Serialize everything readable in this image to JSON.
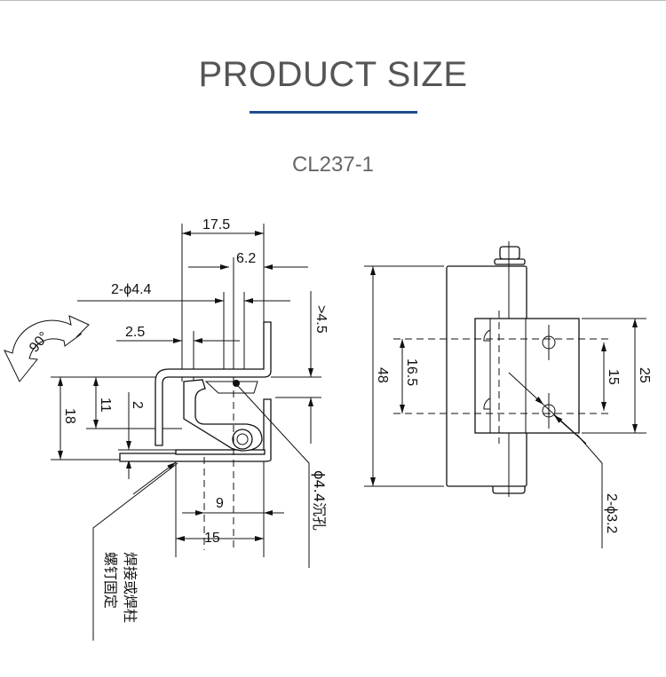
{
  "header": {
    "title": "PRODUCT SIZE",
    "model": "CL237-1"
  },
  "side_view": {
    "dims": {
      "w17_5": "17.5",
      "w6_2": "6.2",
      "holes": "2-ϕ4.4",
      "w2_5": "2.5",
      "gt4_5": ">4.5",
      "h18": "18",
      "h11": "11",
      "h2": "2",
      "w9": "9",
      "w15": "15"
    },
    "rotation": "90°",
    "countersink": "ϕ4.4沉孔",
    "note_line1": "焊接或焊柱",
    "note_line2": "螺钉固定"
  },
  "front_view": {
    "dims": {
      "h48": "48",
      "h16_5": "16.5",
      "h15": "15",
      "h25": "25",
      "holes": "2-ϕ3.2"
    }
  }
}
